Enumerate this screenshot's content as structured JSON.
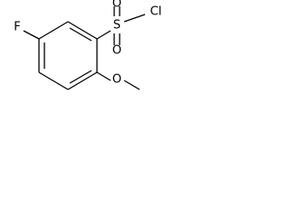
{
  "molecule": {
    "atoms": {
      "fluorine": "F",
      "sulfur": "S",
      "oxygen_top": "O",
      "oxygen_bottom": "O",
      "chlorine": "Cl",
      "oxygen_methoxy": "O"
    }
  },
  "colors": {
    "ink": "#000000",
    "background": "#ffffff"
  }
}
